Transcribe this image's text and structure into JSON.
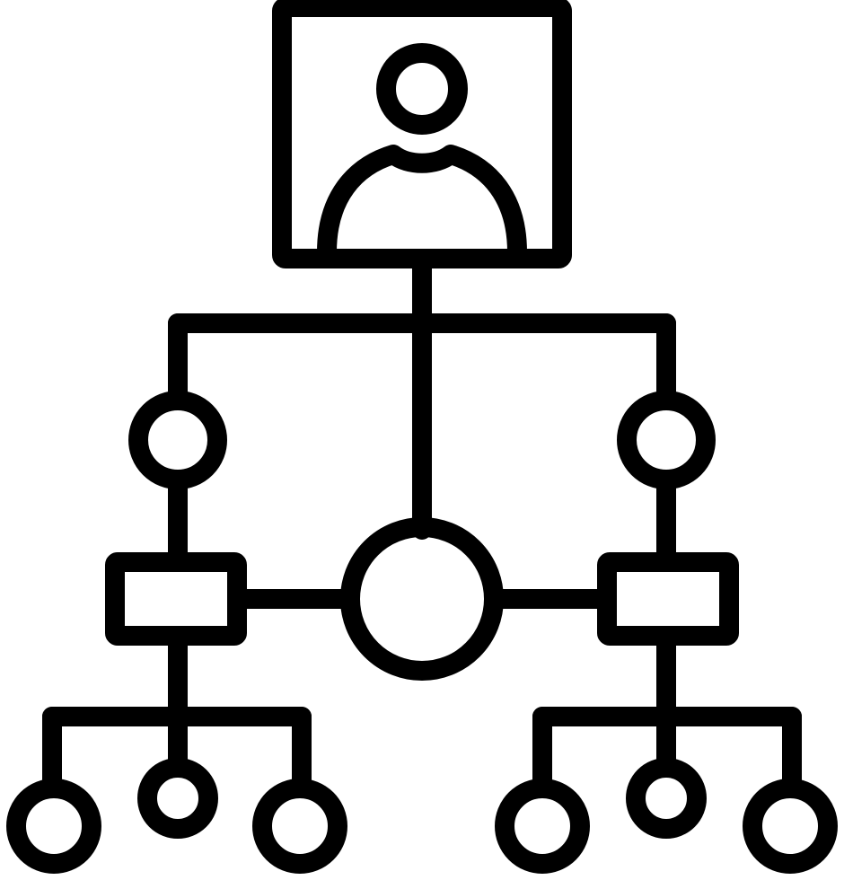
{
  "icon": {
    "name": "organization-chart-icon",
    "style": "outline"
  },
  "colors": {
    "stroke": "#000000",
    "background": "#ffffff"
  },
  "diagram": {
    "top_node": {
      "type": "profile-card",
      "icon": "user-icon"
    },
    "nodes": [
      {
        "id": "left-circle",
        "shape": "circle"
      },
      {
        "id": "right-circle",
        "shape": "circle"
      },
      {
        "id": "center-circle",
        "shape": "circle"
      },
      {
        "id": "left-box",
        "shape": "rectangle"
      },
      {
        "id": "right-box",
        "shape": "rectangle"
      },
      {
        "id": "left-leaf-1",
        "shape": "circle"
      },
      {
        "id": "left-leaf-2",
        "shape": "circle"
      },
      {
        "id": "left-leaf-3",
        "shape": "circle"
      },
      {
        "id": "right-leaf-1",
        "shape": "circle"
      },
      {
        "id": "right-leaf-2",
        "shape": "circle"
      },
      {
        "id": "right-leaf-3",
        "shape": "circle"
      }
    ],
    "connections": [
      [
        "top_node",
        "left-circle"
      ],
      [
        "top_node",
        "right-circle"
      ],
      [
        "top_node",
        "center-circle"
      ],
      [
        "left-circle",
        "left-box"
      ],
      [
        "right-circle",
        "right-box"
      ],
      [
        "left-box",
        "center-circle"
      ],
      [
        "center-circle",
        "right-box"
      ],
      [
        "left-box",
        "left-leaf-1"
      ],
      [
        "left-box",
        "left-leaf-2"
      ],
      [
        "left-box",
        "left-leaf-3"
      ],
      [
        "right-box",
        "right-leaf-1"
      ],
      [
        "right-box",
        "right-leaf-2"
      ],
      [
        "right-box",
        "right-leaf-3"
      ]
    ]
  }
}
